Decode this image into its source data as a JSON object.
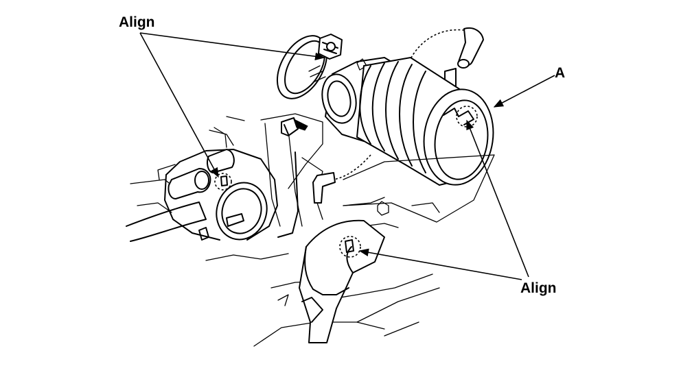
{
  "labels": {
    "align_top": "Align",
    "align_bottom": "Align",
    "part_a": "A"
  }
}
